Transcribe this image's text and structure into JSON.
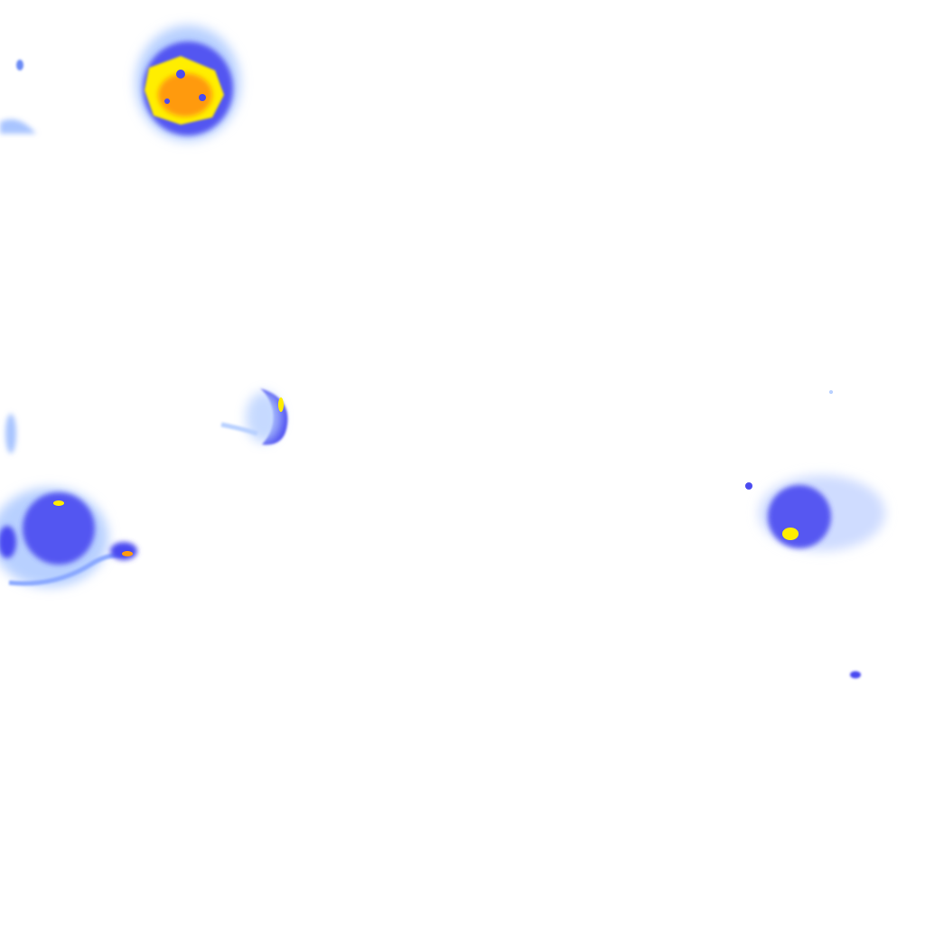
{
  "image": {
    "kind": "false-color intensity map",
    "background": "#ffffff",
    "palette": {
      "low": "#b8d0ff",
      "mid": "#4a4af0",
      "high": "#2a2ae0",
      "peak": "#ffee00",
      "max": "#ff9a10"
    },
    "regions": [
      {
        "name": "top-left-cluster",
        "intensity": "high"
      },
      {
        "name": "left-middle-cluster",
        "intensity": "medium"
      },
      {
        "name": "crescent-cell",
        "intensity": "medium"
      },
      {
        "name": "right-cluster",
        "intensity": "medium"
      },
      {
        "name": "small-fragments",
        "intensity": "low"
      }
    ]
  }
}
